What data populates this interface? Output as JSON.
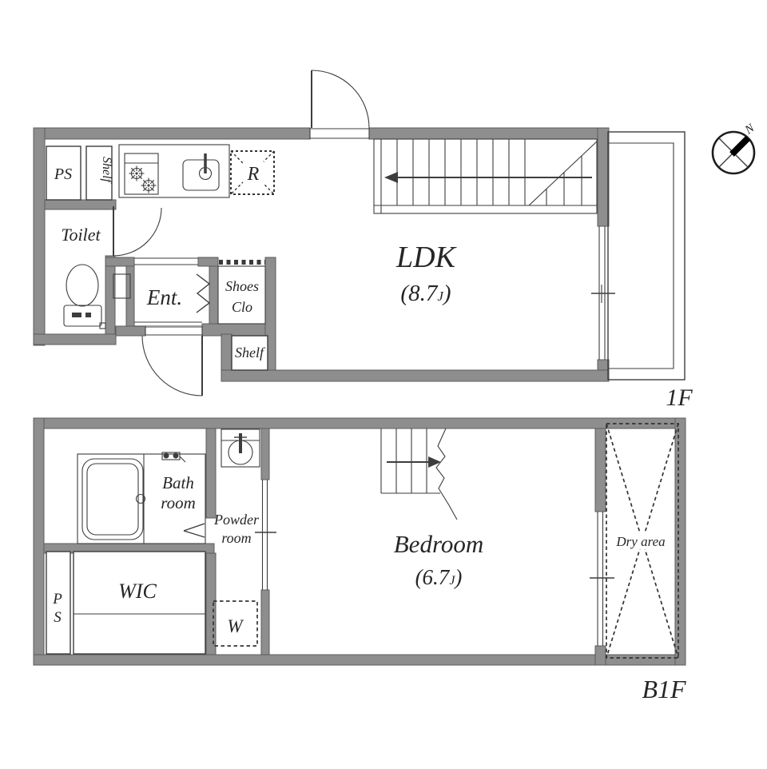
{
  "title": "Apartment floor plan 1F / B1F",
  "colors": {
    "wall_gray": "#8e8e8e",
    "line_dark": "#3d3d3d",
    "background": "#ffffff"
  },
  "compass": {
    "north": "N"
  },
  "f1": {
    "floor_label": "1F",
    "ps": "PS",
    "shelf_top": "Shelf",
    "toilet": "Toilet",
    "ent": "Ent.",
    "shoes_line1": "Shoes",
    "shoes_line2": "Clo",
    "shelf_bottom": "Shelf",
    "fridge": "R",
    "ldk": "LDK",
    "area_open": "(8.7",
    "area_j": "J",
    "area_close": ")"
  },
  "b1f": {
    "floor_label": "B1F",
    "bath_line1": "Bath",
    "bath_line2": "room",
    "powder_line1": "Powder",
    "powder_line2": "room",
    "wic": "WIC",
    "ps_line1": "P",
    "ps_line2": "S",
    "washer": "W",
    "bedroom": "Bedroom",
    "area_open": "(6.7",
    "area_j": "J",
    "area_close": ")",
    "dry_area": "Dry area"
  }
}
